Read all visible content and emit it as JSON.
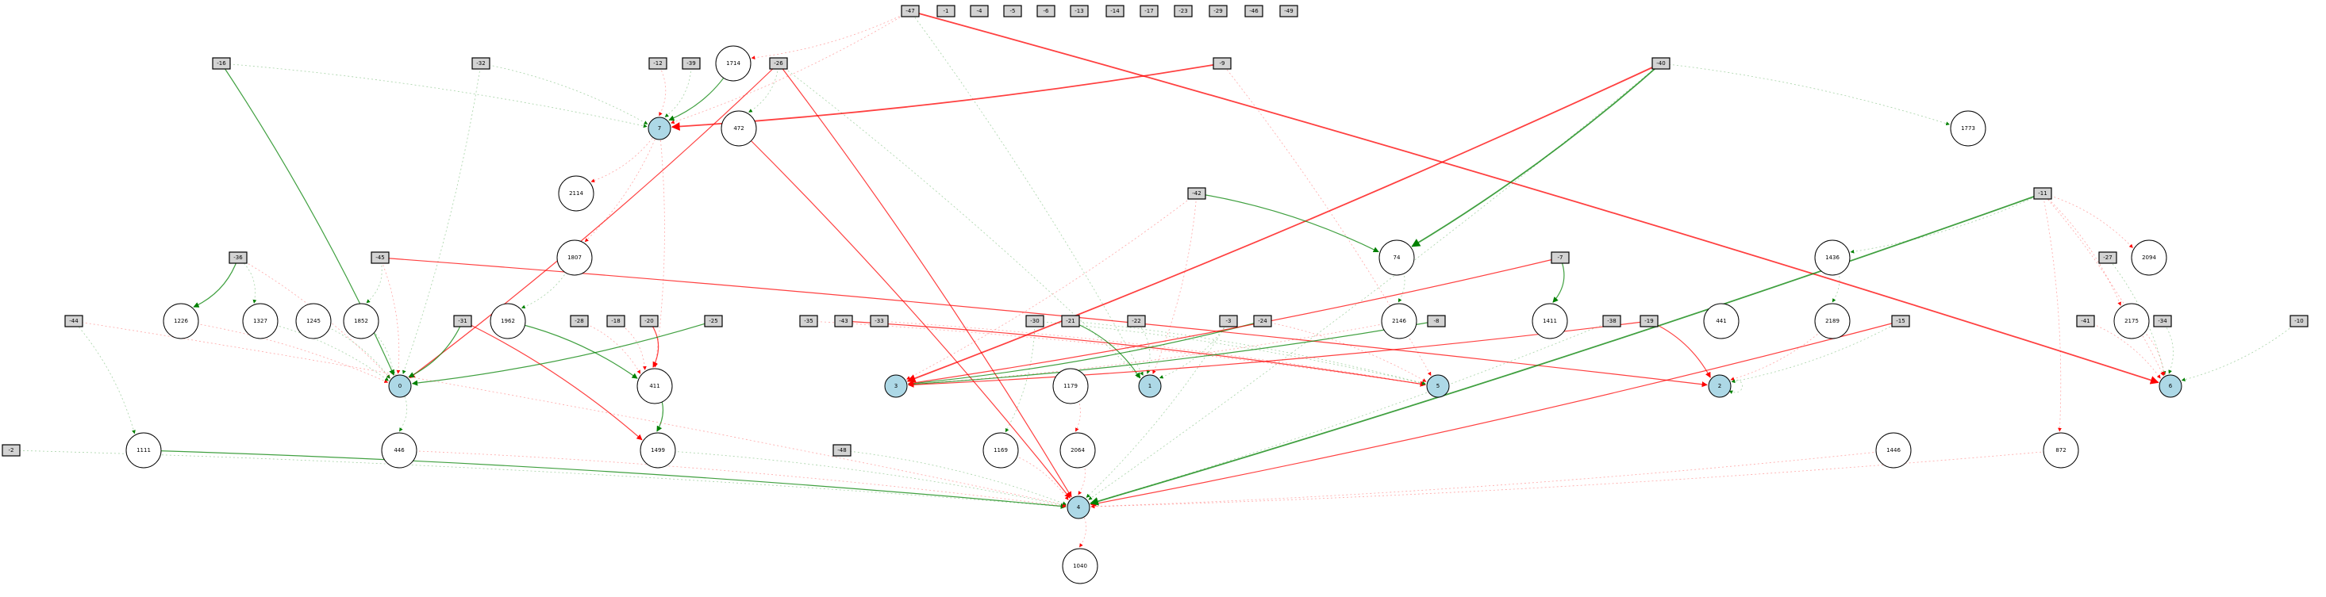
{
  "colors": {
    "excite": "#008000",
    "inhibit": "#ff0000",
    "input_fill": "#d3d3d3",
    "output_fill": "#add8e6",
    "hidden_fill": "#ffffff"
  },
  "inputs": [
    {
      "id": "-47",
      "label": "-47"
    },
    {
      "id": "i-1",
      "label": "-1"
    },
    {
      "id": "i-4",
      "label": "-4"
    },
    {
      "id": "i-5",
      "label": "-5"
    },
    {
      "id": "i-6",
      "label": "-6"
    },
    {
      "id": "i-13",
      "label": "-13"
    },
    {
      "id": "i-14",
      "label": "-14"
    },
    {
      "id": "i-17",
      "label": "-17"
    },
    {
      "id": "i-23",
      "label": "-23"
    },
    {
      "id": "i-29",
      "label": "-29"
    },
    {
      "id": "i-46",
      "label": "-46"
    },
    {
      "id": "i-49",
      "label": "-49"
    },
    {
      "id": "i-16",
      "label": "-16"
    },
    {
      "id": "i-32",
      "label": "-32"
    },
    {
      "id": "i-12",
      "label": "-12"
    },
    {
      "id": "i-39",
      "label": "-39"
    },
    {
      "id": "i-26",
      "label": "-26"
    },
    {
      "id": "i-9",
      "label": "-9"
    },
    {
      "id": "i-40",
      "label": "-40"
    },
    {
      "id": "i-42",
      "label": "-42"
    },
    {
      "id": "i-11",
      "label": "-11"
    },
    {
      "id": "i-36",
      "label": "-36"
    },
    {
      "id": "i-45",
      "label": "-45"
    },
    {
      "id": "i-7",
      "label": "-7"
    },
    {
      "id": "i-27",
      "label": "-27"
    },
    {
      "id": "i-44",
      "label": "-44"
    },
    {
      "id": "i-31",
      "label": "-31"
    },
    {
      "id": "i-28",
      "label": "-28"
    },
    {
      "id": "i-18",
      "label": "-18"
    },
    {
      "id": "i-20",
      "label": "-20"
    },
    {
      "id": "i-25",
      "label": "-25"
    },
    {
      "id": "i-35",
      "label": "-35"
    },
    {
      "id": "i-43",
      "label": "-43"
    },
    {
      "id": "i-33",
      "label": "-33"
    },
    {
      "id": "i-30",
      "label": "-30"
    },
    {
      "id": "i-21",
      "label": "-21"
    },
    {
      "id": "i-22",
      "label": "-22"
    },
    {
      "id": "i-3",
      "label": "-3"
    },
    {
      "id": "i-24",
      "label": "-24"
    },
    {
      "id": "i-8",
      "label": "-8"
    },
    {
      "id": "i-38",
      "label": "-38"
    },
    {
      "id": "i-19",
      "label": "-19"
    },
    {
      "id": "i-15",
      "label": "-15"
    },
    {
      "id": "i-41",
      "label": "-41"
    },
    {
      "id": "i-34",
      "label": "-34"
    },
    {
      "id": "i-10",
      "label": "-10"
    },
    {
      "id": "i-2",
      "label": "-2"
    },
    {
      "id": "i-48",
      "label": "-48"
    }
  ],
  "hidden": [
    {
      "id": "1714",
      "label": "1714"
    },
    {
      "id": "n472",
      "label": "472"
    },
    {
      "id": "2114",
      "label": "2114"
    },
    {
      "id": "1807",
      "label": "1807"
    },
    {
      "id": "1773",
      "label": "1773"
    },
    {
      "id": "n74",
      "label": "74"
    },
    {
      "id": "1436",
      "label": "1436"
    },
    {
      "id": "2094",
      "label": "2094"
    },
    {
      "id": "1226",
      "label": "1226"
    },
    {
      "id": "1327",
      "label": "1327"
    },
    {
      "id": "1245",
      "label": "1245"
    },
    {
      "id": "1852",
      "label": "1852"
    },
    {
      "id": "1962",
      "label": "1962"
    },
    {
      "id": "2146",
      "label": "2146"
    },
    {
      "id": "1411",
      "label": "1411"
    },
    {
      "id": "n441",
      "label": "441"
    },
    {
      "id": "2189",
      "label": "2189"
    },
    {
      "id": "2175",
      "label": "2175"
    },
    {
      "id": "n411",
      "label": "411"
    },
    {
      "id": "1179",
      "label": "1179"
    },
    {
      "id": "n446",
      "label": "446"
    },
    {
      "id": "1499",
      "label": "1499"
    },
    {
      "id": "1111",
      "label": "1111"
    },
    {
      "id": "1169",
      "label": "1169"
    },
    {
      "id": "2064",
      "label": "2064"
    },
    {
      "id": "1446",
      "label": "1446"
    },
    {
      "id": "n872",
      "label": "872"
    },
    {
      "id": "1040",
      "label": "1040"
    }
  ],
  "outputs": [
    {
      "id": "o7",
      "label": "7"
    },
    {
      "id": "o0",
      "label": "0"
    },
    {
      "id": "o3",
      "label": "3"
    },
    {
      "id": "o1",
      "label": "1"
    },
    {
      "id": "o5",
      "label": "5"
    },
    {
      "id": "o2",
      "label": "2"
    },
    {
      "id": "o6",
      "label": "6"
    },
    {
      "id": "o4",
      "label": "4"
    }
  ],
  "edges": [
    {
      "from": "-47",
      "to": "o6",
      "sign": "-",
      "w": 3
    },
    {
      "from": "-47",
      "to": "o1",
      "sign": "+",
      "w": 1
    },
    {
      "from": "-47",
      "to": "1714",
      "sign": "-",
      "w": 1
    },
    {
      "from": "-47",
      "to": "o7",
      "sign": "-",
      "w": 1
    },
    {
      "from": "i-40",
      "to": "n74",
      "sign": "+",
      "w": 3
    },
    {
      "from": "i-40",
      "to": "o3",
      "sign": "-",
      "w": 3
    },
    {
      "from": "i-40",
      "to": "o4",
      "sign": "+",
      "w": 1
    },
    {
      "from": "i-40",
      "to": "1773",
      "sign": "+",
      "w": 1
    },
    {
      "from": "i-9",
      "to": "o7",
      "sign": "-",
      "w": 4
    },
    {
      "from": "i-9",
      "to": "o5",
      "sign": "-",
      "w": 1
    },
    {
      "from": "1714",
      "to": "o7",
      "sign": "+",
      "w": 2
    },
    {
      "from": "i-12",
      "to": "o7",
      "sign": "-",
      "w": 1
    },
    {
      "from": "i-39",
      "to": "o7",
      "sign": "+",
      "w": 1
    },
    {
      "from": "i-16",
      "to": "o7",
      "sign": "+",
      "w": 1
    },
    {
      "from": "i-32",
      "to": "o7",
      "sign": "+",
      "w": 1
    },
    {
      "from": "i-16",
      "to": "o0",
      "sign": "+",
      "w": 2
    },
    {
      "from": "i-32",
      "to": "o0",
      "sign": "+",
      "w": 1
    },
    {
      "from": "i-26",
      "to": "o0",
      "sign": "-",
      "w": 2
    },
    {
      "from": "i-26",
      "to": "n472",
      "sign": "+",
      "w": 1
    },
    {
      "from": "i-26",
      "to": "o4",
      "sign": "-",
      "w": 2
    },
    {
      "from": "i-26",
      "to": "o1",
      "sign": "+",
      "w": 1
    },
    {
      "from": "o7",
      "to": "2114",
      "sign": "-",
      "w": 1
    },
    {
      "from": "o7",
      "to": "1807",
      "sign": "-",
      "w": 1
    },
    {
      "from": "o7",
      "to": "n411",
      "sign": "-",
      "w": 1
    },
    {
      "from": "1807",
      "to": "1962",
      "sign": "+",
      "w": 1
    },
    {
      "from": "n472",
      "to": "o4",
      "sign": "-",
      "w": 2
    },
    {
      "from": "i-42",
      "to": "n74",
      "sign": "+",
      "w": 2
    },
    {
      "from": "i-42",
      "to": "o3",
      "sign": "-",
      "w": 1
    },
    {
      "from": "i-42",
      "to": "o1",
      "sign": "-",
      "w": 1
    },
    {
      "from": "n74",
      "to": "2146",
      "sign": "+",
      "w": 1
    },
    {
      "from": "2146",
      "to": "o3",
      "sign": "-",
      "w": 1
    },
    {
      "from": "i-36",
      "to": "1226",
      "sign": "+",
      "w": 2
    },
    {
      "from": "i-36",
      "to": "1327",
      "sign": "+",
      "w": 1
    },
    {
      "from": "i-36",
      "to": "o0",
      "sign": "-",
      "w": 1
    },
    {
      "from": "i-45",
      "to": "1852",
      "sign": "+",
      "w": 1
    },
    {
      "from": "i-45",
      "to": "o0",
      "sign": "-",
      "w": 1
    },
    {
      "from": "i-45",
      "to": "o2",
      "sign": "-",
      "w": 2
    },
    {
      "from": "1226",
      "to": "o0",
      "sign": "-",
      "w": 1
    },
    {
      "from": "1327",
      "to": "o0",
      "sign": "+",
      "w": 1
    },
    {
      "from": "1245",
      "to": "o0",
      "sign": "+",
      "w": 1
    },
    {
      "from": "1852",
      "to": "o0",
      "sign": "+",
      "w": 1
    },
    {
      "from": "1962",
      "to": "n411",
      "sign": "+",
      "w": 2
    },
    {
      "from": "i-31",
      "to": "o0",
      "sign": "+",
      "w": 2
    },
    {
      "from": "i-31",
      "to": "1499",
      "sign": "-",
      "w": 2
    },
    {
      "from": "i-28",
      "to": "n411",
      "sign": "-",
      "w": 1
    },
    {
      "from": "i-18",
      "to": "n411",
      "sign": "-",
      "w": 1
    },
    {
      "from": "i-20",
      "to": "n411",
      "sign": "-",
      "w": 2
    },
    {
      "from": "i-25",
      "to": "o0",
      "sign": "+",
      "w": 2
    },
    {
      "from": "n411",
      "to": "1499",
      "sign": "+",
      "w": 2
    },
    {
      "from": "1499",
      "to": "o4",
      "sign": "+",
      "w": 1
    },
    {
      "from": "o0",
      "to": "n446",
      "sign": "+",
      "w": 1
    },
    {
      "from": "i-44",
      "to": "1111",
      "sign": "+",
      "w": 1
    },
    {
      "from": "i-44",
      "to": "o4",
      "sign": "-",
      "w": 1
    },
    {
      "from": "1111",
      "to": "o4",
      "sign": "+",
      "w": 2
    },
    {
      "from": "i-35",
      "to": "o5",
      "sign": "-",
      "w": 1
    },
    {
      "from": "i-43",
      "to": "o5",
      "sign": "-",
      "w": 2
    },
    {
      "from": "i-33",
      "to": "o5",
      "sign": "-",
      "w": 1
    },
    {
      "from": "i-30",
      "to": "o5",
      "sign": "+",
      "w": 1
    },
    {
      "from": "i-30",
      "to": "1169",
      "sign": "+",
      "w": 1
    },
    {
      "from": "i-21",
      "to": "o1",
      "sign": "+",
      "w": 2
    },
    {
      "from": "i-21",
      "to": "o5",
      "sign": "+",
      "w": 1
    },
    {
      "from": "i-22",
      "to": "o1",
      "sign": "+",
      "w": 1
    },
    {
      "from": "i-3",
      "to": "o1",
      "sign": "+",
      "w": 1
    },
    {
      "from": "i-3",
      "to": "o4",
      "sign": "+",
      "w": 1
    },
    {
      "from": "i-24",
      "to": "o3",
      "sign": "+",
      "w": 2
    },
    {
      "from": "i-24",
      "to": "o5",
      "sign": "-",
      "w": 1
    },
    {
      "from": "i-8",
      "to": "o3",
      "sign": "+",
      "w": 2
    },
    {
      "from": "i-7",
      "to": "o3",
      "sign": "-",
      "w": 2
    },
    {
      "from": "i-7",
      "to": "1411",
      "sign": "+",
      "w": 2
    },
    {
      "from": "i-38",
      "to": "o4",
      "sign": "+",
      "w": 1
    },
    {
      "from": "i-19",
      "to": "o3",
      "sign": "-",
      "w": 2
    },
    {
      "from": "i-19",
      "to": "o2",
      "sign": "-",
      "w": 2
    },
    {
      "from": "441",
      "to": "o2",
      "sign": "-",
      "w": 1
    },
    {
      "from": "2189",
      "to": "o2",
      "sign": "-",
      "w": 1
    },
    {
      "from": "1436",
      "to": "2189",
      "sign": "+",
      "w": 1
    },
    {
      "from": "o2",
      "to": "o2",
      "sign": "+",
      "w": 1
    },
    {
      "from": "i-15",
      "to": "o2",
      "sign": "+",
      "w": 1
    },
    {
      "from": "i-15",
      "to": "o4",
      "sign": "-",
      "w": 2
    },
    {
      "from": "i-11",
      "to": "o4",
      "sign": "+",
      "w": 3
    },
    {
      "from": "i-11",
      "to": "2094",
      "sign": "-",
      "w": 1
    },
    {
      "from": "i-11",
      "to": "2175",
      "sign": "-",
      "w": 1
    },
    {
      "from": "i-11",
      "to": "n872",
      "sign": "-",
      "w": 1
    },
    {
      "from": "i-11",
      "to": "o6",
      "sign": "-",
      "w": 1
    },
    {
      "from": "i-11",
      "to": "1436",
      "sign": "+",
      "w": 1
    },
    {
      "from": "i-27",
      "to": "o6",
      "sign": "+",
      "w": 1
    },
    {
      "from": "2175",
      "to": "o6",
      "sign": "-",
      "w": 1
    },
    {
      "from": "i-41",
      "to": "o6",
      "sign": "-",
      "w": 1
    },
    {
      "from": "i-34",
      "to": "o6",
      "sign": "+",
      "w": 1
    },
    {
      "from": "i-10",
      "to": "o6",
      "sign": "+",
      "w": 1
    },
    {
      "from": "1179",
      "to": "2064",
      "sign": "-",
      "w": 1
    },
    {
      "from": "2064",
      "to": "o4",
      "sign": "-",
      "w": 1
    },
    {
      "from": "1169",
      "to": "o4",
      "sign": "-",
      "w": 1
    },
    {
      "from": "1446",
      "to": "o4",
      "sign": "-",
      "w": 1
    },
    {
      "from": "n872",
      "to": "o4",
      "sign": "-",
      "w": 1
    },
    {
      "from": "o4",
      "to": "1040",
      "sign": "-",
      "w": 1
    },
    {
      "from": "i-48",
      "to": "o4",
      "sign": "+",
      "w": 1
    },
    {
      "from": "i-2",
      "to": "o4",
      "sign": "+",
      "w": 1
    },
    {
      "from": "n446",
      "to": "o4",
      "sign": "-",
      "w": 1
    }
  ]
}
